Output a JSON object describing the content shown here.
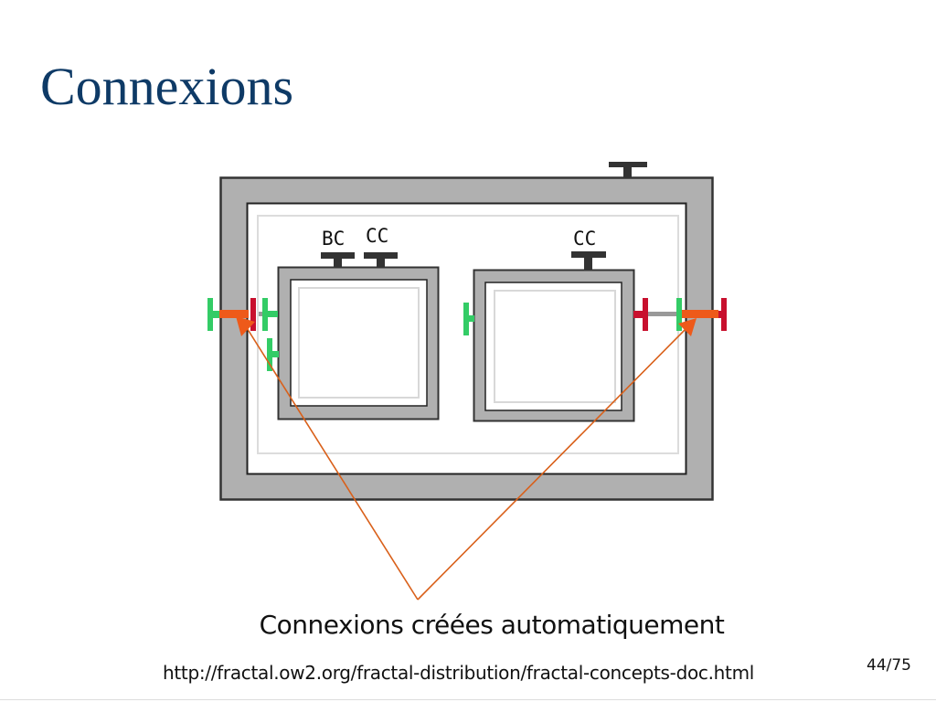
{
  "slide": {
    "title": "Connexions",
    "caption": "Connexions créées automatiquement",
    "source_url": "http://fractal.ow2.org/fractal-distribution/fractal-concepts-doc.html",
    "page_number": "44/75"
  },
  "diagram": {
    "left_component": {
      "interface_labels": [
        "BC",
        "CC"
      ]
    },
    "right_component": {
      "interface_labels": [
        "CC"
      ]
    }
  },
  "colors": {
    "title": "#0e3a66",
    "membrane": "#b0b0b0",
    "outline": "#333333",
    "server_interface": "#33cc66",
    "client_interface": "#c8102e",
    "binding": "#ee5a1a",
    "control_interface": "#333333"
  }
}
